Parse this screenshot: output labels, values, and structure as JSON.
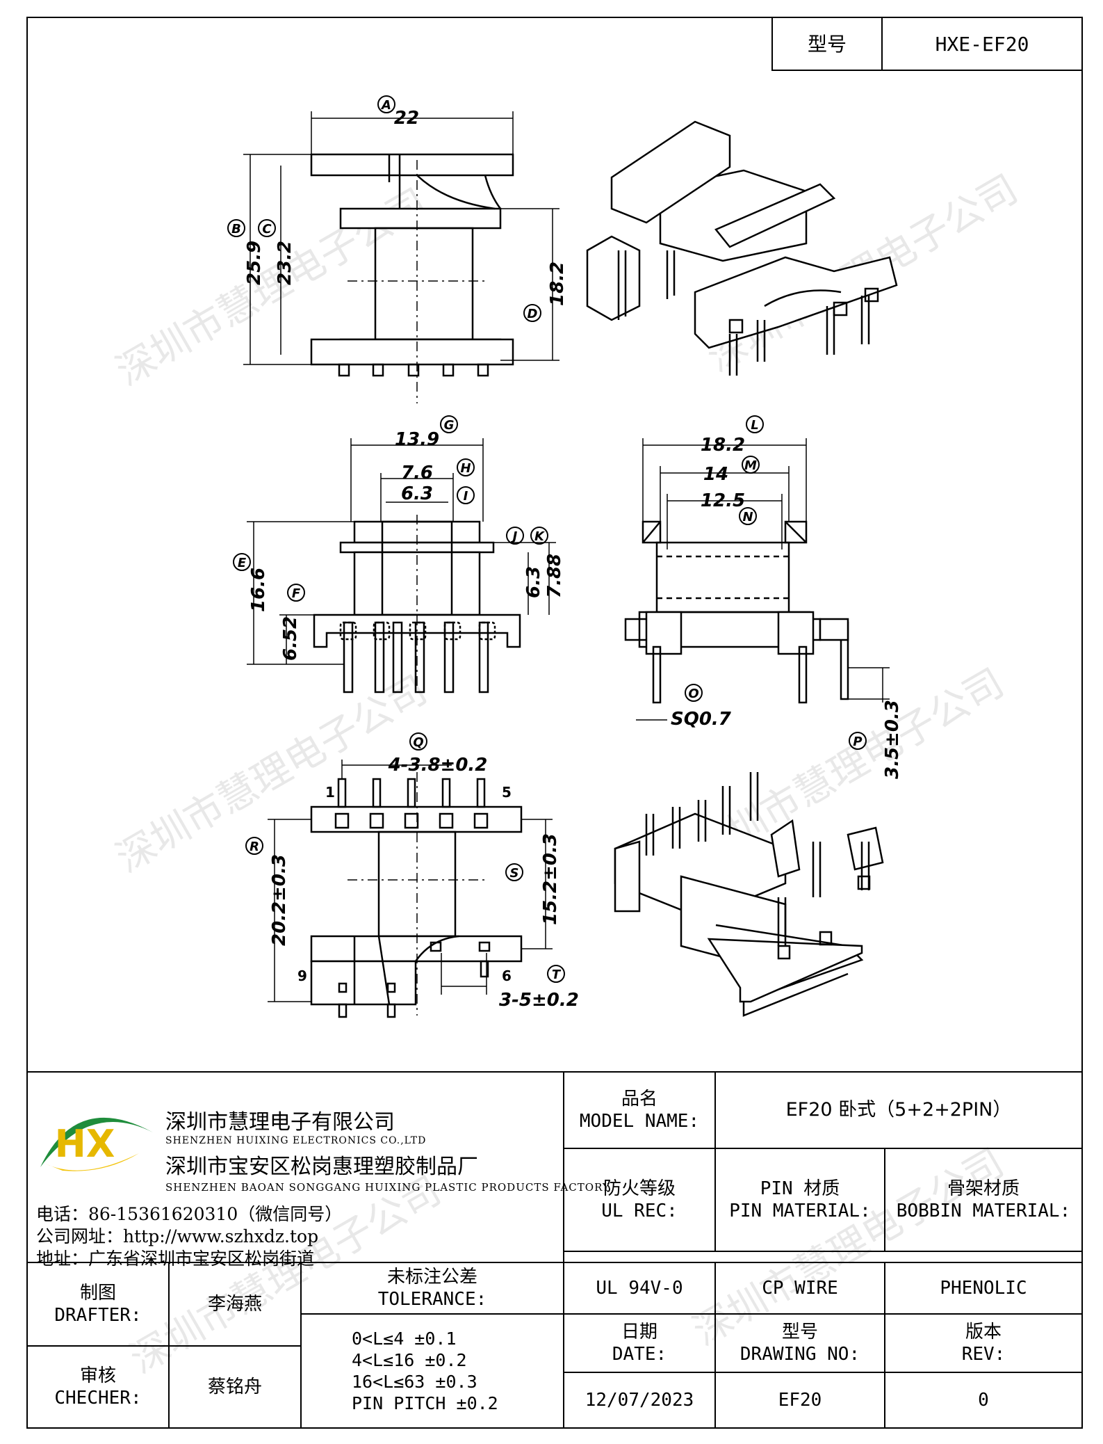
{
  "header": {
    "model_label": "型号",
    "model_value": "HXE-EF20"
  },
  "watermark": "深圳市慧理电子公司",
  "drawing": {
    "top_view": {
      "A": "22",
      "B": "25.9",
      "C": "23.2",
      "D": "18.2",
      "labels": [
        "A",
        "B",
        "C",
        "D"
      ]
    },
    "front_view": {
      "G": "13.9",
      "H": "7.6",
      "I": "6.3",
      "E": "16.6",
      "F": "6.52",
      "J_K_1": "6.3",
      "J_K_2": "7.88",
      "labels": [
        "G",
        "H",
        "I",
        "J",
        "K",
        "E",
        "F"
      ]
    },
    "side_view": {
      "L": "18.2",
      "M": "14",
      "N": "12.5",
      "O": "SQ0.7",
      "P": "3.5±0.3",
      "labels": [
        "L",
        "M",
        "N",
        "O",
        "P"
      ]
    },
    "bottom_view": {
      "Q": "4-3.8±0.2",
      "R": "20.2±0.3",
      "S": "15.2±0.3",
      "T": "3-5±0.2",
      "pins": [
        "1",
        "5",
        "9",
        "6"
      ],
      "labels": [
        "Q",
        "R",
        "S",
        "T"
      ]
    }
  },
  "company": {
    "name_cn": "深圳市慧理电子有限公司",
    "name_en": "SHENZHEN HUIXING ELECTRONICS CO.,LTD",
    "factory_cn": "深圳市宝安区松岗惠理塑胶制品厂",
    "factory_en": "SHENZHEN BAOAN SONGGANG HUIXING PLASTIC PRODUCTS FACTORY",
    "phone": "电话：86-15361620310（微信同号）",
    "website": "公司网址：http://www.szhxdz.top",
    "address": "地址：广东省深圳市宝安区松岗街道",
    "logo_text": "HX"
  },
  "title_block": {
    "model_name_cn": "品名",
    "model_name_en": "MODEL NAME:",
    "model_name_value": "EF20 卧式（5+2+2PIN）",
    "fire_cn": "防火等级",
    "fire_en": "UL REC:",
    "pin_cn": "PIN 材质",
    "pin_en": "PIN MATERIAL:",
    "bobbin_cn": "骨架材质",
    "bobbin_en": "BOBBIN MATERIAL:",
    "fire_value": "UL 94V-0",
    "pin_value": "CP WIRE",
    "bobbin_value": "PHENOLIC",
    "drafter_cn": "制图",
    "drafter_en": "DRAFTER:",
    "drafter_value": "李海燕",
    "checker_cn": "审核",
    "checker_en": "CHECHER:",
    "checker_value": "蔡铭舟",
    "tol_cn": "未标注公差",
    "tol_en": "TOLERANCE:",
    "tol_lines": [
      "0<L≤4  ±0.1",
      "4<L≤16 ±0.2",
      "16<L≤63 ±0.3",
      "PIN PITCH ±0.2"
    ],
    "date_cn": "日期",
    "date_en": "DATE:",
    "date_value": "12/07/2023",
    "dwg_cn": "型号",
    "dwg_en": "DRAWING NO:",
    "dwg_value": "EF20",
    "rev_cn": "版本",
    "rev_en": "REV:",
    "rev_value": "0"
  }
}
